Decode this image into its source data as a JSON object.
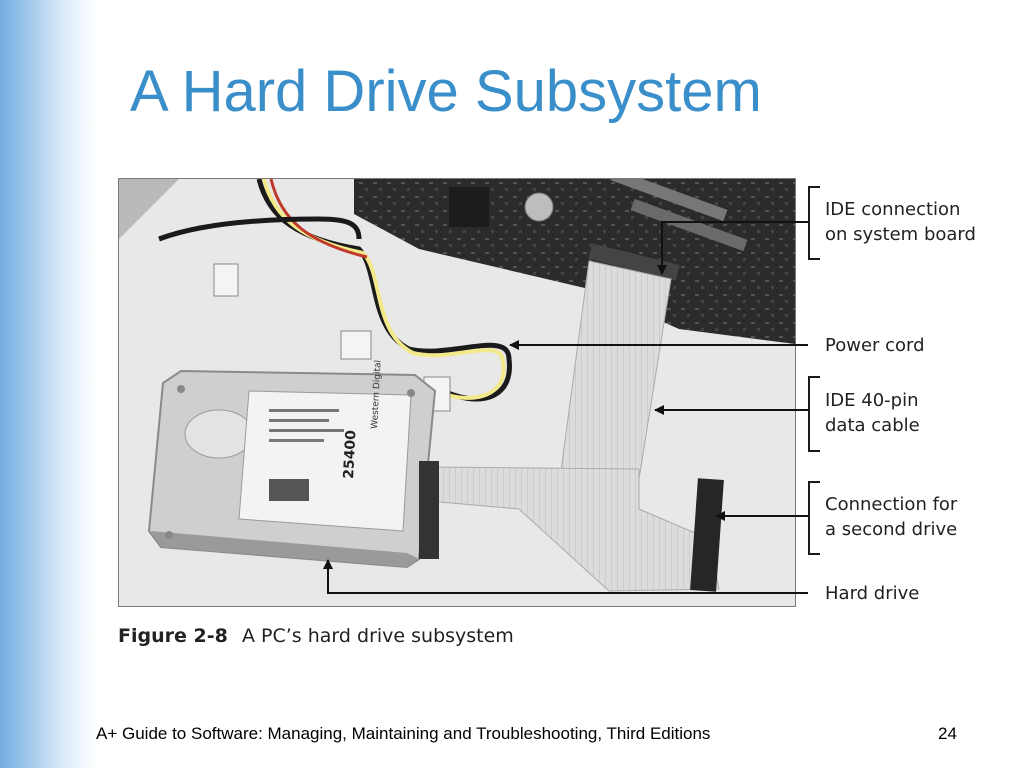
{
  "slide": {
    "title": "A Hard Drive Subsystem",
    "footer": "A+ Guide to Software: Managing, Maintaining and Troubleshooting, Third Editions",
    "page_number": "24"
  },
  "figure": {
    "label": "Figure 2-8",
    "caption": "A PC’s hard drive subsystem",
    "callouts": [
      {
        "line1": "IDE connection",
        "line2": "on system board"
      },
      {
        "line1": "Power cord",
        "line2": ""
      },
      {
        "line1": "IDE 40-pin",
        "line2": "data cable"
      },
      {
        "line1": "Connection for",
        "line2": "a second drive"
      },
      {
        "line1": "Hard drive",
        "line2": ""
      }
    ],
    "drive_label_brand": "Western Digital",
    "drive_label_model": "25400"
  },
  "colors": {
    "title": "#3a8fca",
    "accent_band": "#74aee0"
  }
}
